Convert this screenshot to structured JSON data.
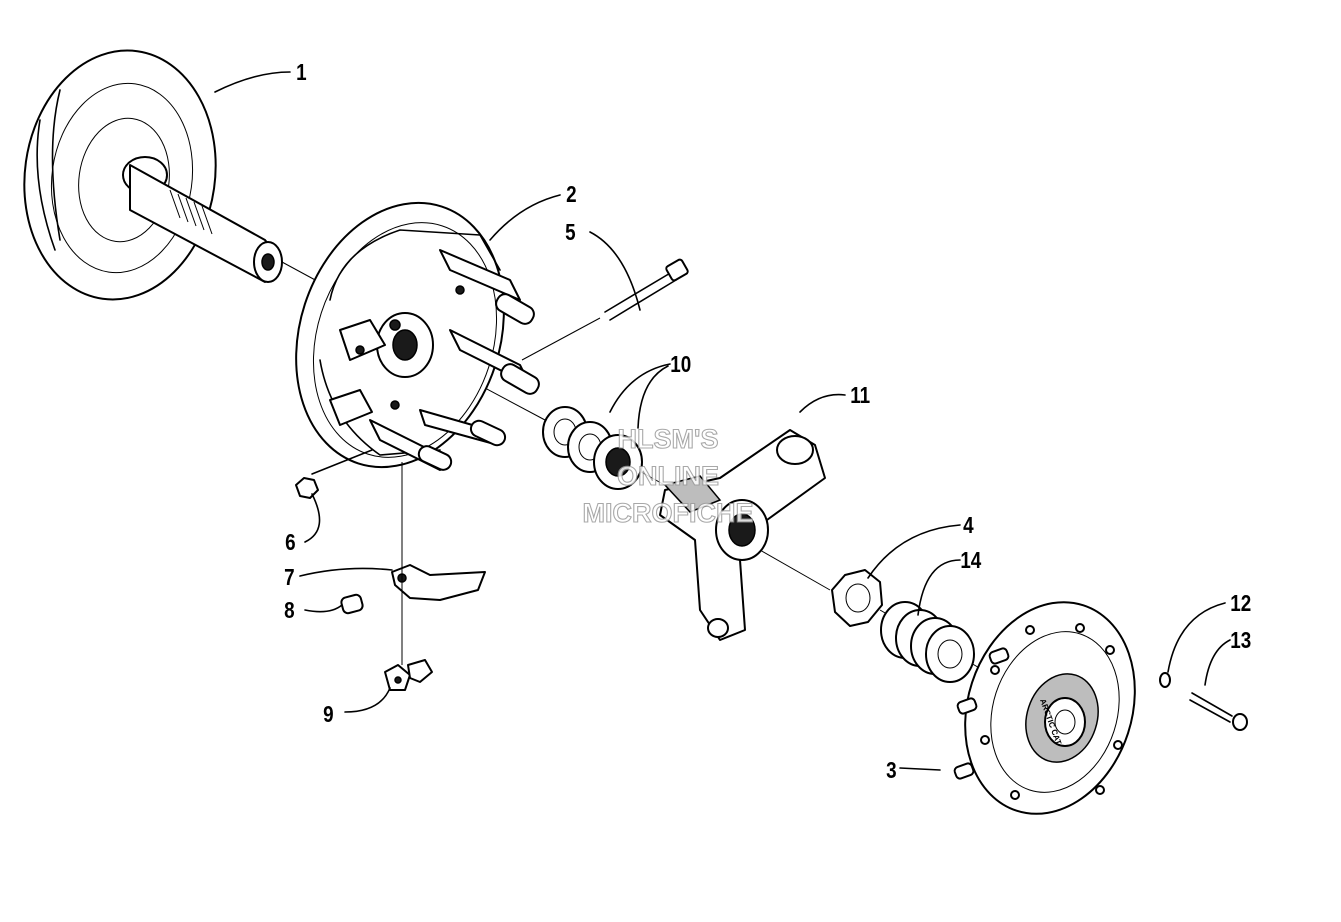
{
  "diagram": {
    "callouts": {
      "c1": "1",
      "c2": "2",
      "c3": "3",
      "c4": "4",
      "c5": "5",
      "c6": "6",
      "c7": "7",
      "c8": "8",
      "c9": "9",
      "c10": "10",
      "c11": "11",
      "c12": "12",
      "c13": "13",
      "c14": "14"
    },
    "watermark": [
      "HLSM'S",
      "ONLINE",
      "MICROFICHE"
    ],
    "cover_brand": "ARCTIC CAT"
  }
}
